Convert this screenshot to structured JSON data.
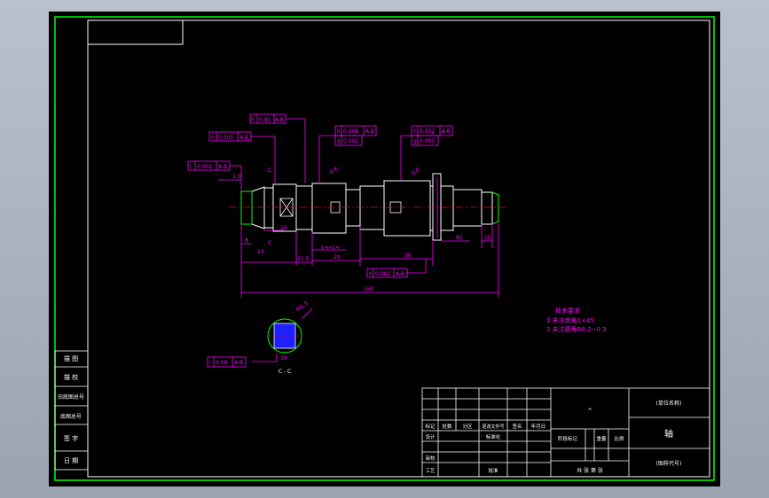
{
  "colors": {
    "background": "#000000",
    "frame": "#00ff00",
    "border": "#ffffff",
    "dimension": "#ff00ff",
    "centerline": "#ff0000",
    "part": "#ffffff",
    "section_fill": "#2020ff"
  },
  "tolerance_frames": [
    {
      "symbol": "h",
      "value": "0.01",
      "datum": "A-B"
    },
    {
      "symbol": "h",
      "value": "0.005",
      "datum": "A-B"
    },
    {
      "symbol": "r",
      "value": "0.002",
      "datum": "A-B"
    },
    {
      "symbol": "h",
      "value": "0.008",
      "datum": "A-B"
    },
    {
      "symbol": "g",
      "value": "0.002",
      "datum": ""
    },
    {
      "symbol": "h",
      "value": "0.002",
      "datum": "A-B"
    },
    {
      "symbol": "g",
      "value": "0.003",
      "datum": ""
    },
    {
      "symbol": "h",
      "value": "0.002",
      "datum": "A-B"
    },
    {
      "symbol": "i",
      "value": "0.08",
      "datum": "A-B"
    }
  ],
  "dimensions": {
    "d_1": "1.0",
    "d_c_top": "C",
    "d_c_bottom": "C",
    "d_0_8": "0.8",
    "d_0_4": "0.4",
    "d_8": "8",
    "d_24": "24",
    "d_16": "16",
    "d_21_5": "21.5",
    "d_small": "0.4×0.4",
    "d_29": "29",
    "d_30": "30",
    "d_65": "65",
    "d_10": "10",
    "d_160": "160",
    "d_18": "18",
    "d_section_chamfer": "M5.3"
  },
  "section": {
    "label": "C - C"
  },
  "notes": {
    "title": "技术要求",
    "line1": "1 未注倒角1×45",
    "line2": "2 未注圆角R0.2~0.3"
  },
  "left_column": [
    "描 图",
    "描 校",
    "旧底图总号",
    "底图总号",
    "签 字",
    "日 期"
  ],
  "title_block": {
    "header": [
      "标记",
      "处数",
      "分区",
      "更改文件号",
      "签名",
      "年月日"
    ],
    "rows": [
      "设计",
      "标准化",
      "审核",
      "工艺",
      "批准"
    ],
    "stage_labels": [
      "阶段标记",
      "重量",
      "比例"
    ],
    "sheet_info": "共  张  第  张",
    "material_mark": "^",
    "company": "(单位名称)",
    "drawing_name": "轴",
    "drawing_no": "(图样代号)"
  }
}
